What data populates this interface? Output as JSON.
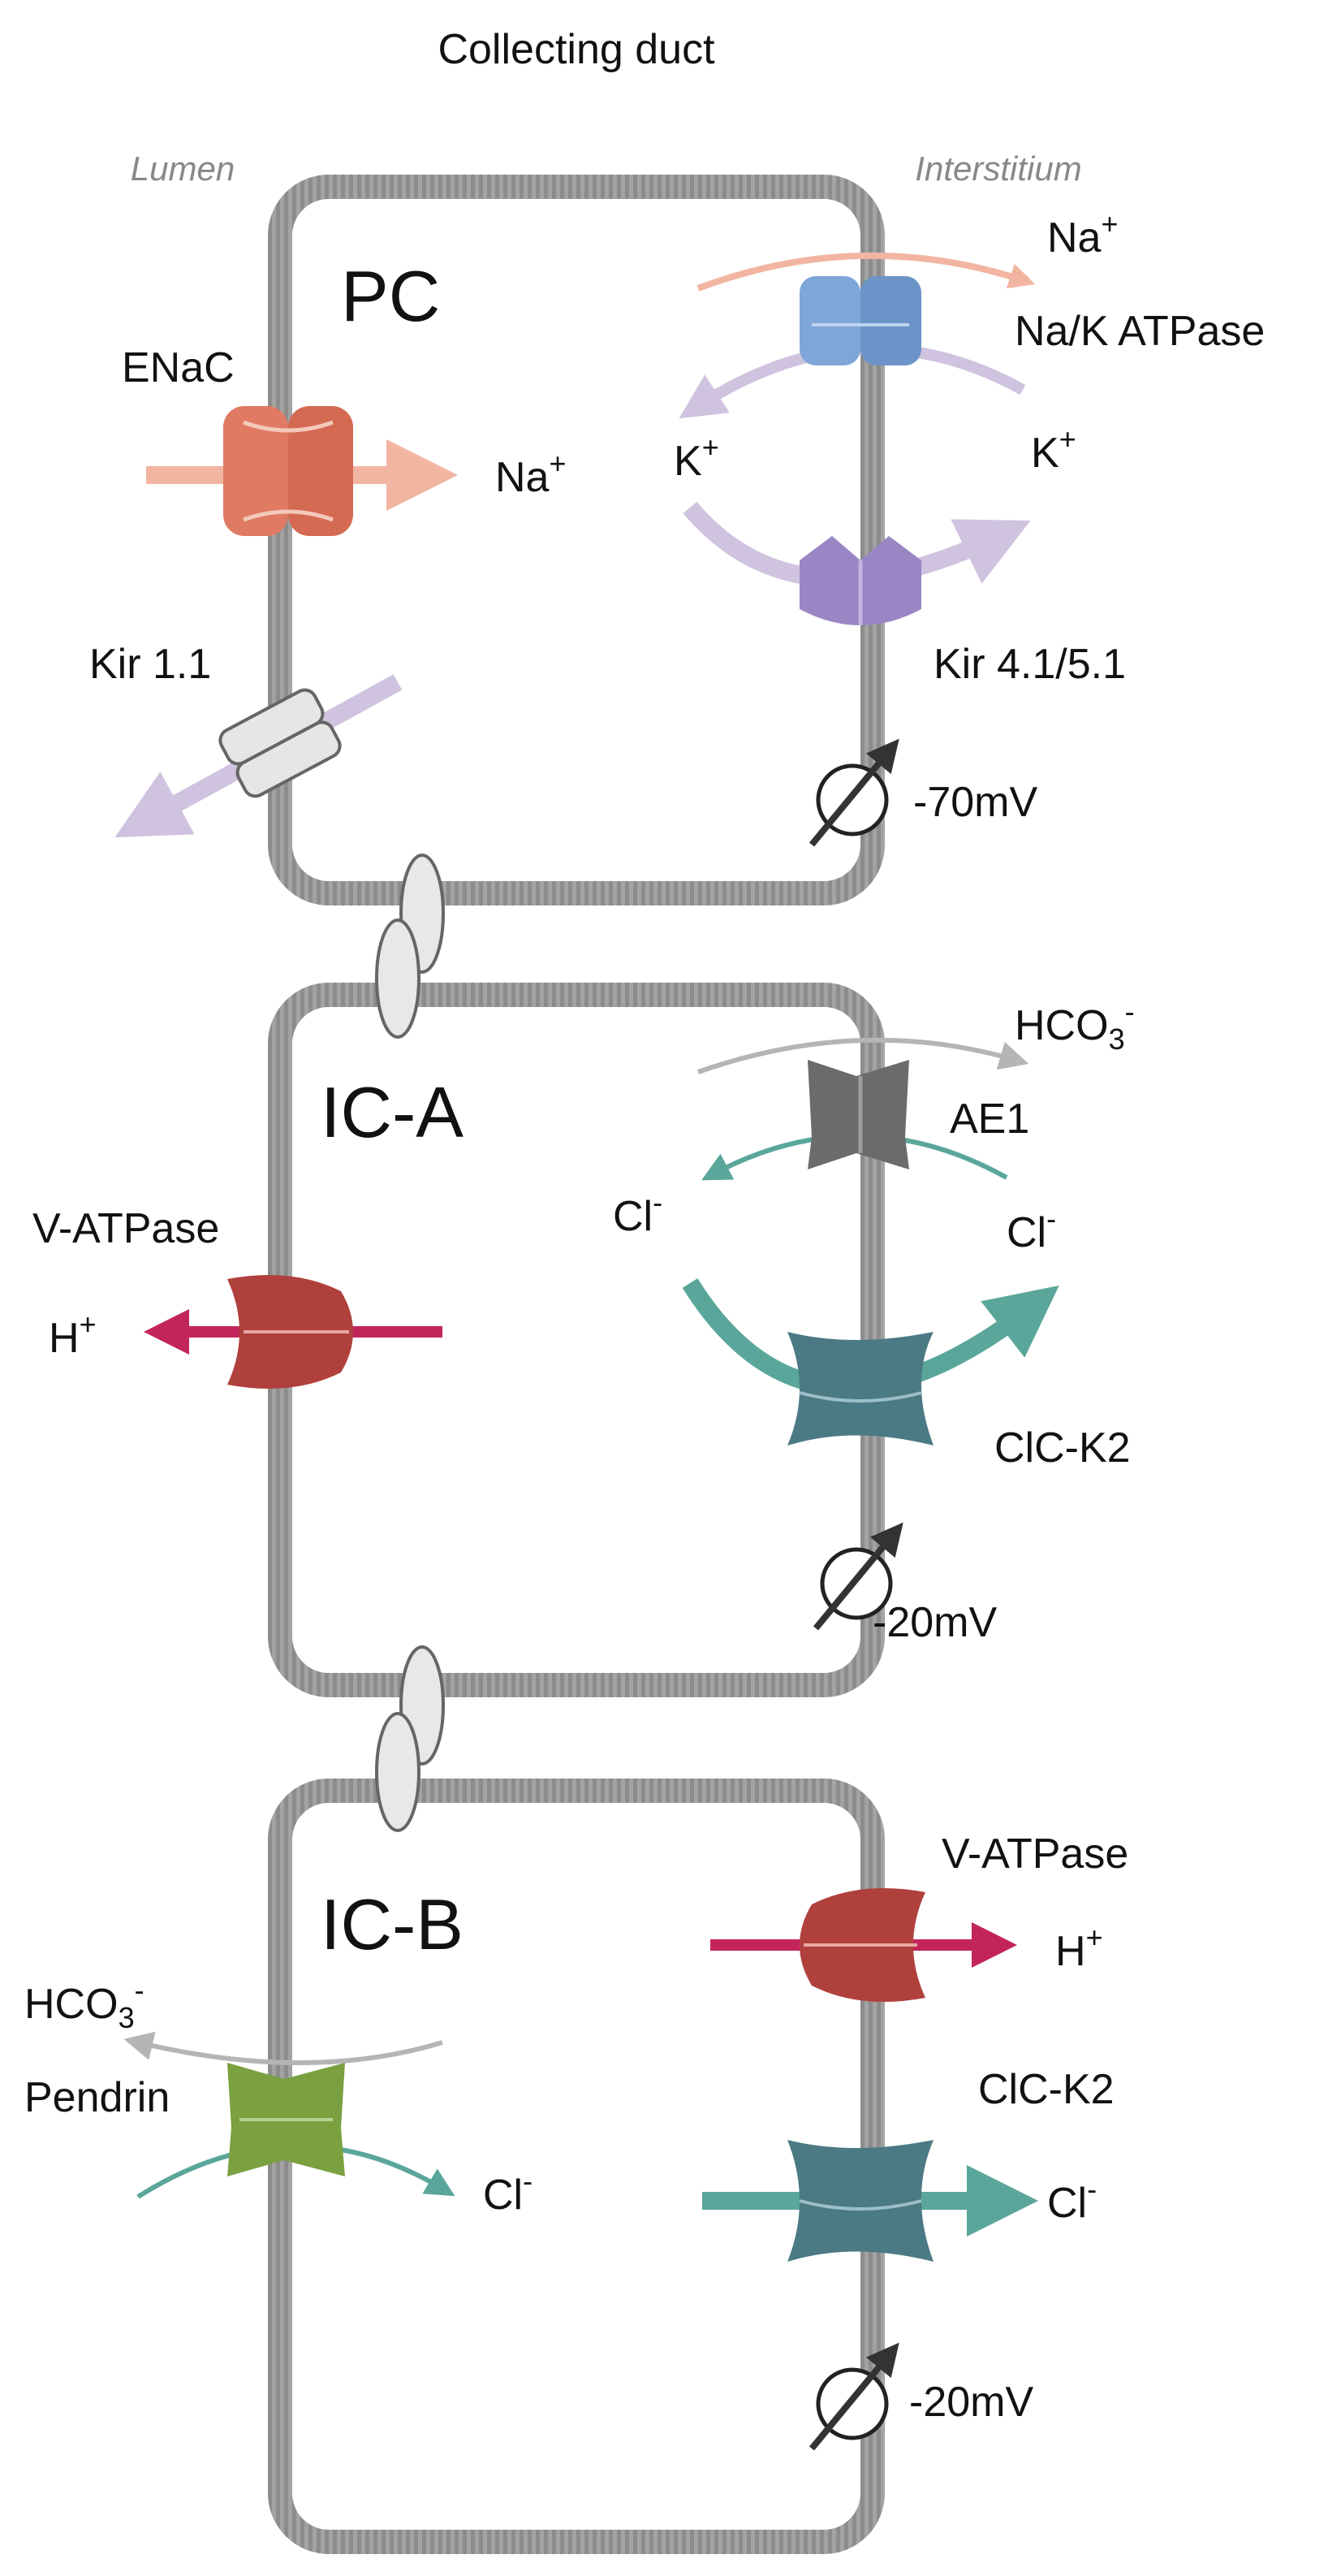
{
  "title": "Collecting duct",
  "side_labels": {
    "lumen": "Lumen",
    "interstitium": "Interstitium"
  },
  "cells": {
    "pc": {
      "name": "PC",
      "enac": {
        "name": "ENaC",
        "ion": "Na",
        "sup": "+"
      },
      "kir11": {
        "name": "Kir 1.1"
      },
      "nak_atpase": {
        "name": "Na/K ATPase",
        "ion_out": "Na",
        "ion_out_sup": "+",
        "ion_in_left": "K",
        "ion_in_left_sup": "+",
        "ion_in_right": "K",
        "ion_in_right_sup": "+"
      },
      "kir41": {
        "name": "Kir 4.1/5.1"
      },
      "potential": "-70mV"
    },
    "ica": {
      "name": "IC-A",
      "vatpase": {
        "name": "V-ATPase",
        "ion": "H",
        "sup": "+"
      },
      "ae1": {
        "name": "AE1",
        "hco3": "HCO",
        "hco3_sub": "3",
        "hco3_sup": "-",
        "cl_left": "Cl",
        "cl_left_sup": "-",
        "cl_right": "Cl",
        "cl_right_sup": "-"
      },
      "clck2": {
        "name": "ClC-K2"
      },
      "potential": "-20mV"
    },
    "icb": {
      "name": "IC-B",
      "pendrin": {
        "name": "Pendrin",
        "hco3": "HCO",
        "hco3_sub": "3",
        "hco3_sup": "-",
        "cl": "Cl",
        "cl_sup": "-"
      },
      "vatpase": {
        "name": "V-ATPase",
        "ion": "H",
        "sup": "+"
      },
      "clck2": {
        "name": "ClC-K2",
        "ion": "Cl",
        "sup": "-"
      },
      "potential": "-20mV"
    }
  },
  "colors": {
    "membrane": "#9a9a9a",
    "enac": "#e07a62",
    "na_arrow": "#f2b5a2",
    "k_arrow": "#cfc3df",
    "nak": "#7fa6d8",
    "kir41": "#9a86c4",
    "kir11": "#e6e6e6",
    "vatpase": "#b0403c",
    "h_arrow": "#c2255c",
    "ae1": "#6b6b6b",
    "hco3_arrow": "#b5b5b5",
    "cl_arrow": "#5aa69a",
    "clck2": "#4b7a84",
    "pendrin": "#7aa040"
  }
}
